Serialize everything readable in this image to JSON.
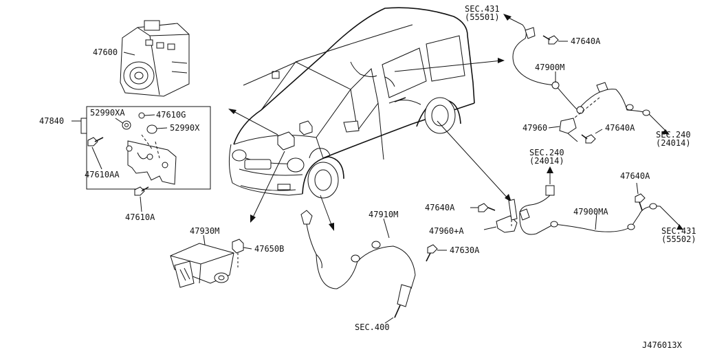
{
  "labels": {
    "p47600": "47600",
    "p47840": "47840",
    "p52990xa": "52990XA",
    "p47610g": "47610G",
    "p52990x": "52990X",
    "p47610aa": "47610AA",
    "p47610a": "47610A",
    "p47930m": "47930M",
    "p47650b": "47650B",
    "p47910m": "47910M",
    "p47630a": "47630A",
    "sec400": "SEC.400",
    "sec431_top": "SEC.431",
    "sec431_top_sub": "(55501)",
    "p47640a_1": "47640A",
    "p47900m": "47900M",
    "p47960": "47960",
    "p47640a_2": "47640A",
    "sec240_right": "SEC.240",
    "sec240_right_sub": "(24014)",
    "sec240_mid": "SEC.240",
    "sec240_mid_sub": "(24014)",
    "p47640a_3": "47640A",
    "p47640a_4": "47640A",
    "p47900ma": "47900MA",
    "p47960a": "47960+A",
    "sec431_bot": "SEC.431",
    "sec431_bot_sub": "(55502)",
    "diagram_id": "J476013X"
  }
}
